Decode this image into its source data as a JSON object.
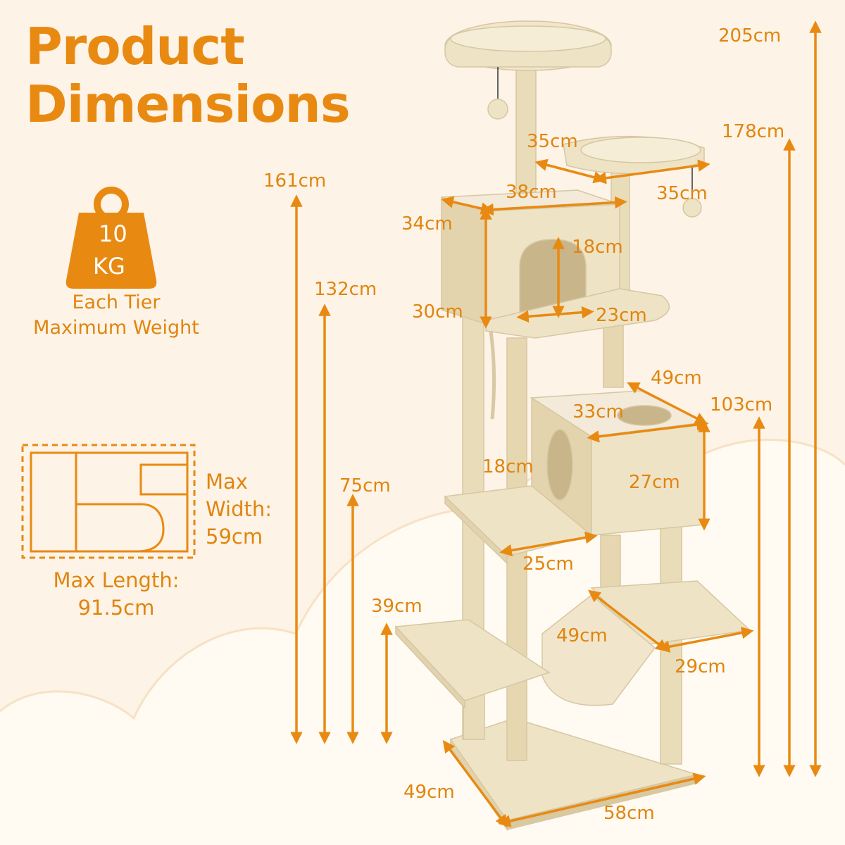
{
  "title": {
    "line1": "Product",
    "line2": "Dimensions"
  },
  "weight_badge": {
    "value": "10",
    "unit": "KG",
    "caption_line1": "Each Tier",
    "caption_line2": "Maximum Weight"
  },
  "footprint": {
    "width_label": "Max",
    "width_label2": "Width:",
    "width_value": "59cm",
    "length_label": "Max Length:",
    "length_value": "91.5cm"
  },
  "dimensions": {
    "height_total": "205cm",
    "height_178": "178cm",
    "height_161": "161cm",
    "height_132": "132cm",
    "height_103": "103cm",
    "height_75": "75cm",
    "height_39": "39cm",
    "bed_depth": "35cm",
    "bed_width": "35cm",
    "condo_top_width": "38cm",
    "condo_top_depth": "34cm",
    "condo_top_height": "30cm",
    "condo_top_door_h": "18cm",
    "condo_top_door_w": "23cm",
    "condo_mid_depth": "49cm",
    "condo_mid_width": "33cm",
    "condo_mid_door_h": "18cm",
    "condo_mid_height": "27cm",
    "platform_width": "25cm",
    "hammock_length": "49cm",
    "hammock_width": "29cm",
    "base_depth": "49cm",
    "base_width": "58cm"
  },
  "colors": {
    "accent": "#e88a12",
    "background": "#fdf3e6",
    "plush": "#efe3c6"
  }
}
